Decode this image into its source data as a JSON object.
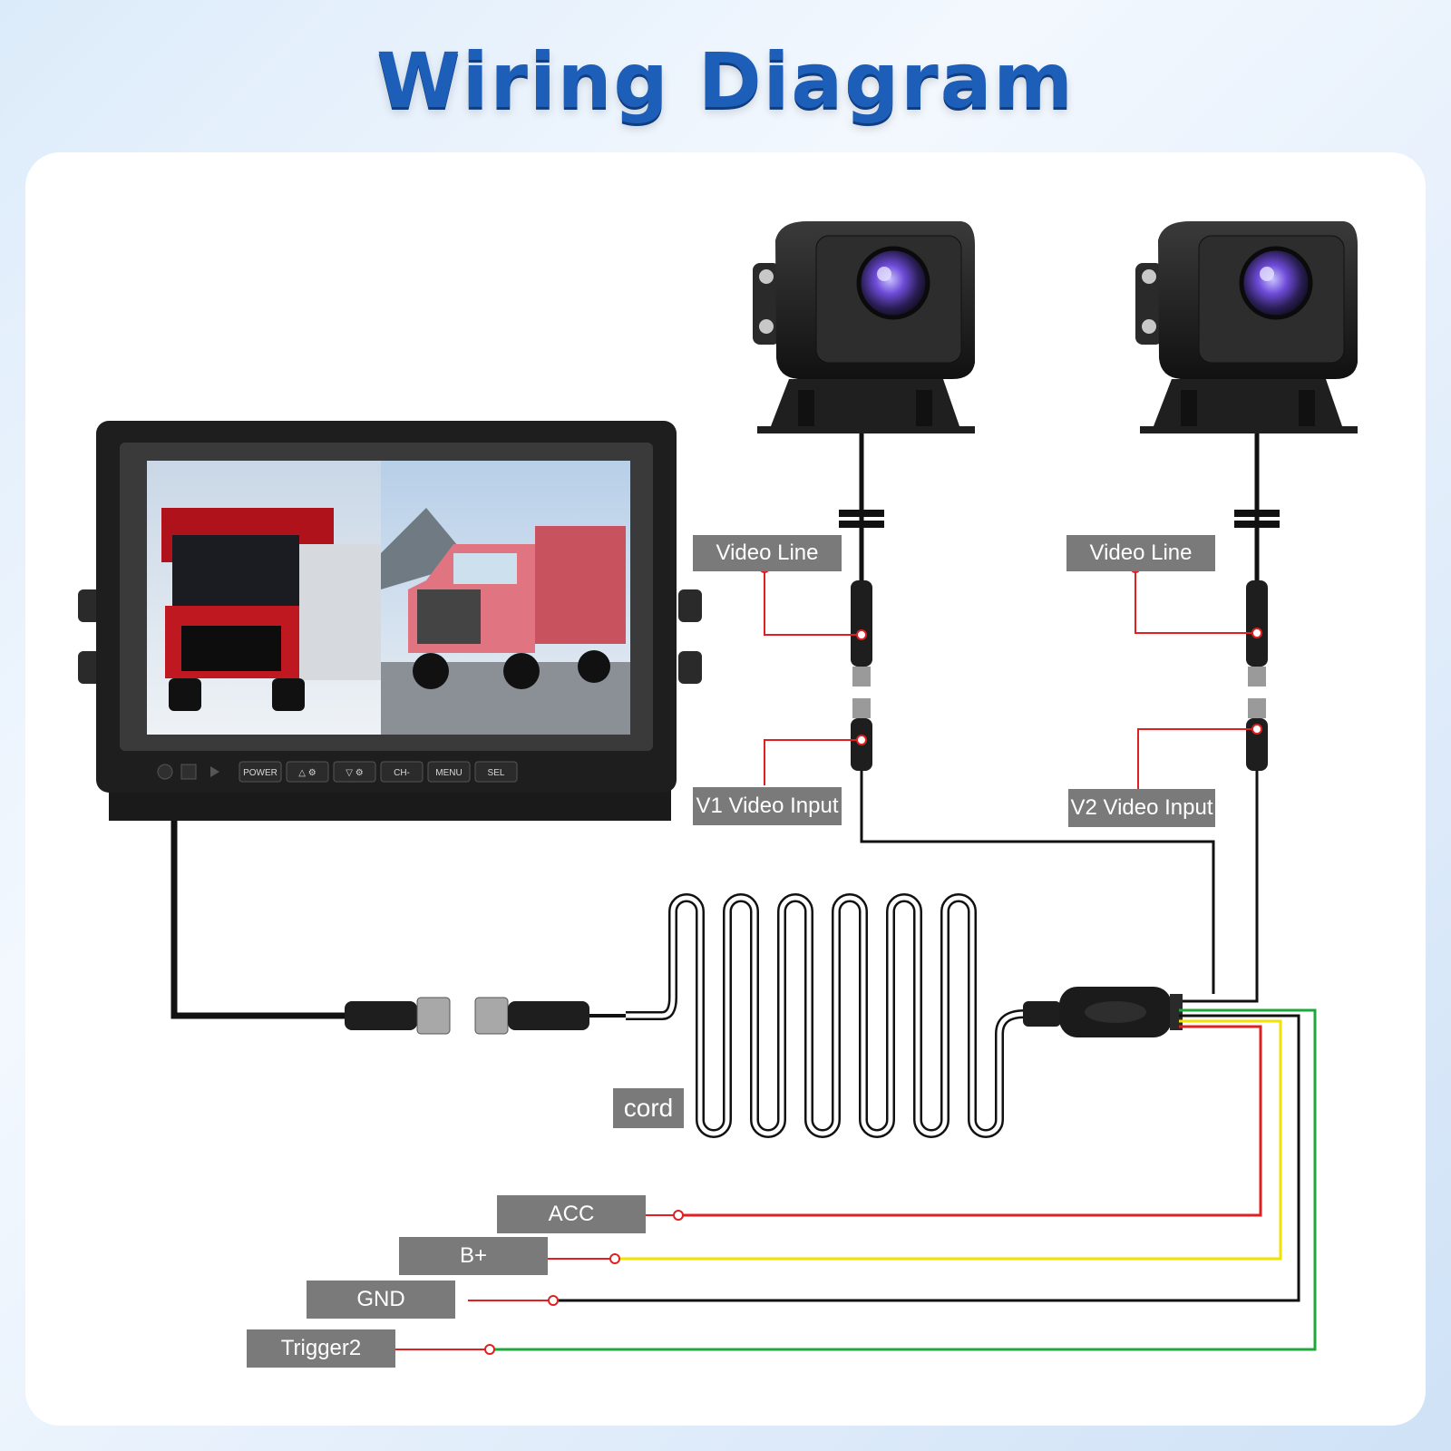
{
  "title": "Wiring Diagram",
  "monitor": {
    "buttons": [
      "POWER",
      "△ ⚙",
      "▽ ⚙",
      "CH-",
      "MENU",
      "SEL"
    ]
  },
  "labels": {
    "video_line_1": "Video Line",
    "video_line_2": "Video Line",
    "v1_input": "V1 Video Input",
    "v2_input": "V2 Video Input",
    "cord": "cord",
    "acc": "ACC",
    "bplus": "B+",
    "gnd": "GND",
    "trigger2": "Trigger2"
  },
  "wire_colors": {
    "acc": "#e02020",
    "bplus": "#f2e200",
    "gnd": "#111111",
    "trigger2": "#1ea83a",
    "callout": "#e02020"
  },
  "icons": [
    "monitor-icon",
    "camera-icon",
    "truck-icon",
    "connector-icon",
    "cable-harness-icon"
  ]
}
